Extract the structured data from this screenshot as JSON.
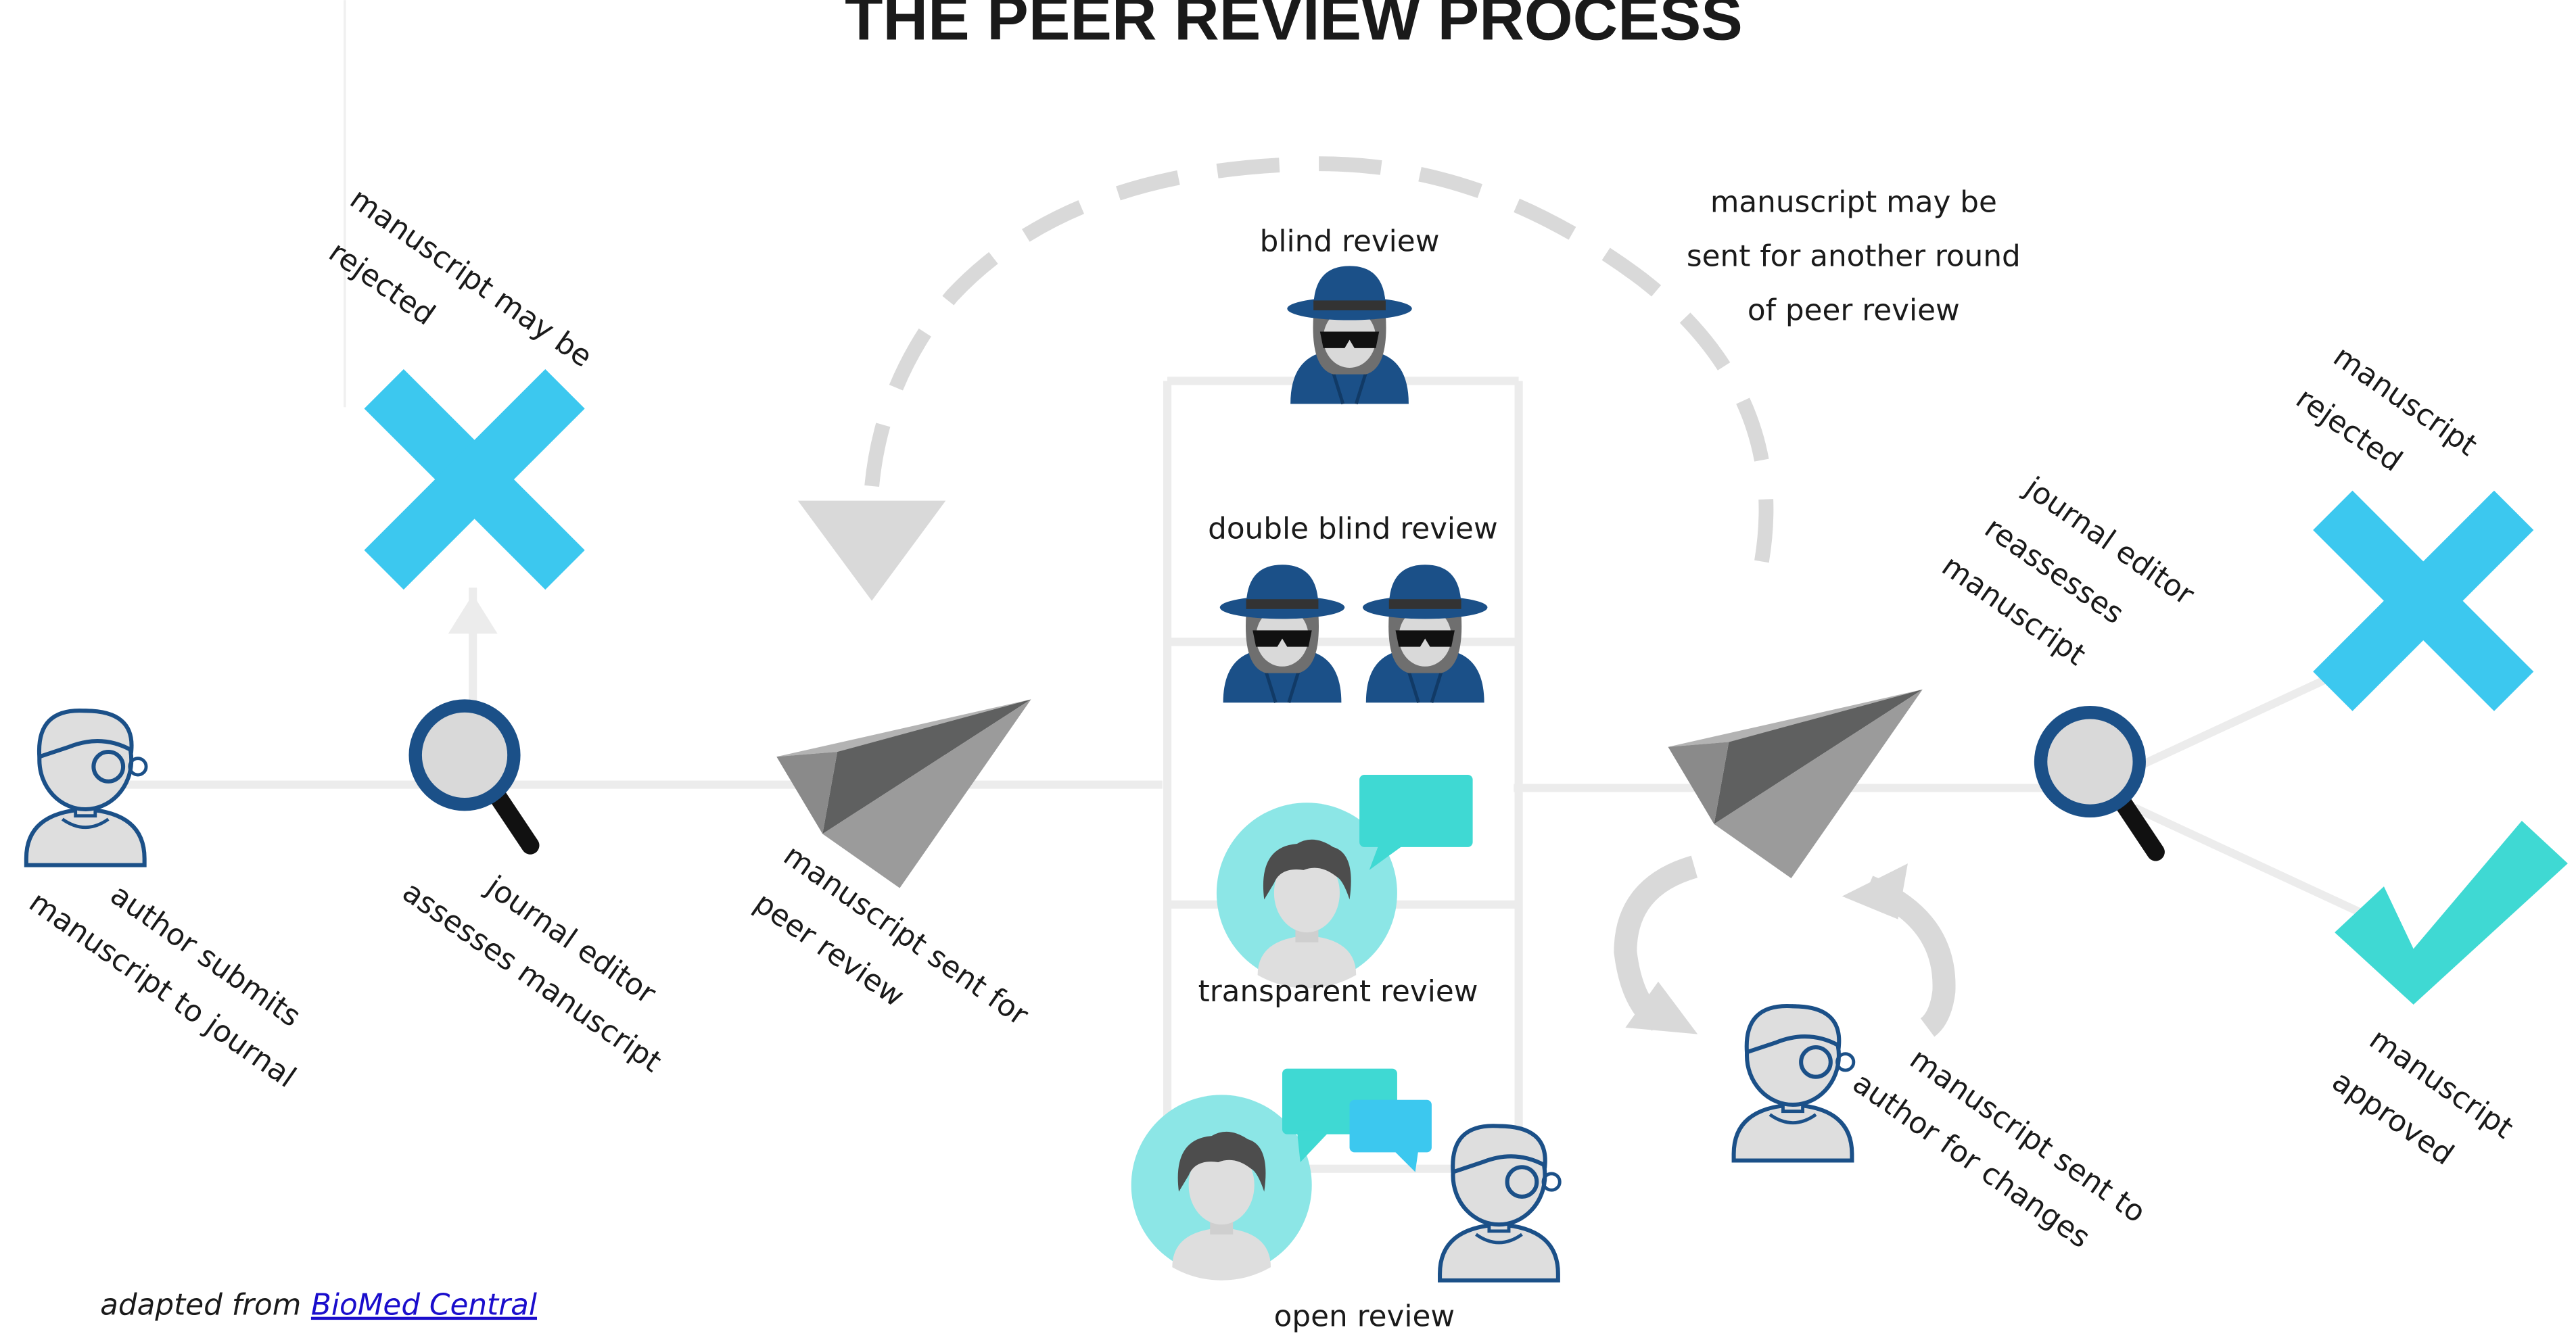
{
  "title": "THE PEER REVIEW PROCESS",
  "labels": {
    "rejected_first": [
      "manuscript may be",
      "rejected"
    ],
    "author_submits": [
      "author submits",
      "manuscript to journal"
    ],
    "editor_assesses": [
      "journal editor",
      "assesses manuscript"
    ],
    "sent_for_review": [
      "manuscript sent for",
      "peer review"
    ],
    "another_round": [
      "manuscript may be",
      "sent for another round",
      "of peer review"
    ],
    "editor_reassesses": [
      "journal editor",
      "reassesses",
      "manuscript"
    ],
    "rejected_final": [
      "manuscript",
      "rejected"
    ],
    "approved": [
      "manuscript",
      "approved"
    ],
    "sent_to_author": [
      "manuscript sent to",
      "author for changes"
    ]
  },
  "review_types": {
    "blind": "blind review",
    "double_blind": "double blind review",
    "transparent": "transparent review",
    "open": "open review"
  },
  "credit": {
    "prefix": "adapted from",
    "link_text": "BioMed Central"
  },
  "colors": {
    "navy": "#1b5088",
    "sky": "#3cc8ef",
    "teal": "#3fd9d3",
    "light_teal": "#8ce6e6",
    "line_gray": "#ececec",
    "arrow_gray": "#d9d9d9",
    "plane_dark": "#5f6060",
    "plane_mid": "#9b9b9b",
    "person_fill": "#dedede"
  }
}
